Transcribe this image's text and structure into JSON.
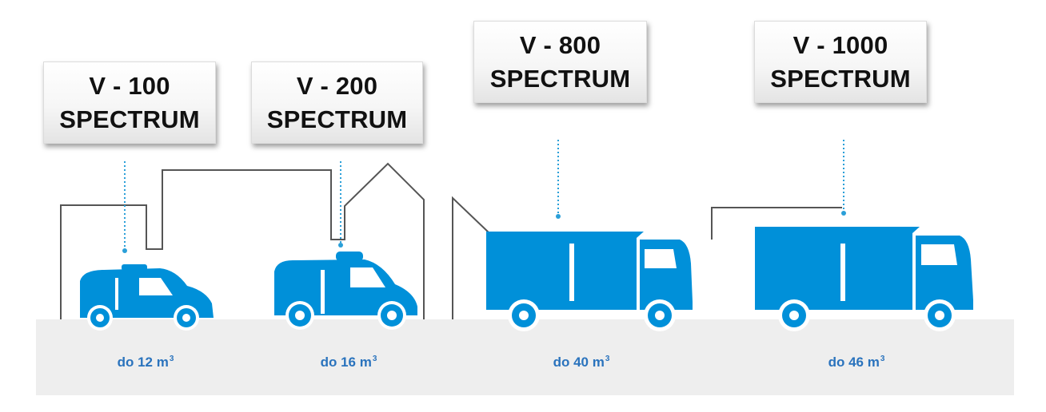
{
  "colors": {
    "vehicle_blue": "#0090d9",
    "capacity_text": "#2a73bd",
    "ground": "#eeeeee",
    "building_line": "#555555"
  },
  "vehicles": [
    {
      "model": "V - 100",
      "name": "SPECTRUM",
      "capacity_prefix": "do 12 m",
      "capacity_unit_sup": "3",
      "vehicle_type": "small-van"
    },
    {
      "model": "V - 200",
      "name": "SPECTRUM",
      "capacity_prefix": "do 16 m",
      "capacity_unit_sup": "3",
      "vehicle_type": "van"
    },
    {
      "model": "V - 800",
      "name": "SPECTRUM",
      "capacity_prefix": "do 40 m",
      "capacity_unit_sup": "3",
      "vehicle_type": "box-truck"
    },
    {
      "model": "V - 1000",
      "name": "SPECTRUM",
      "capacity_prefix": "do 46 m",
      "capacity_unit_sup": "3",
      "vehicle_type": "box-truck"
    }
  ]
}
